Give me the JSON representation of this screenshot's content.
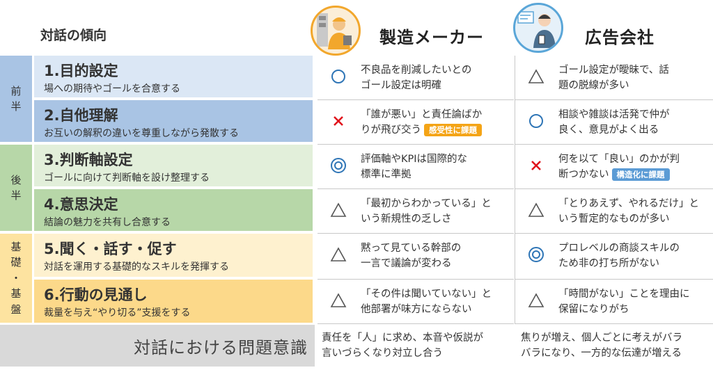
{
  "title": "対話の傾向",
  "columns": {
    "maker": "製造メーカー",
    "ad": "広告会社"
  },
  "phases": [
    {
      "chars": [
        "前",
        "半"
      ]
    },
    {
      "chars": [
        "後",
        "半"
      ]
    },
    {
      "chars": [
        "基",
        "礎",
        "・",
        "基",
        "盤"
      ]
    }
  ],
  "rows": [
    {
      "num": "1.目的設定",
      "desc": "場への期待やゴールを合意する",
      "maker": {
        "symbol": "circle",
        "lines": [
          "不良品を削減したいとの",
          "ゴール設定は明確"
        ]
      },
      "ad": {
        "symbol": "triangle",
        "lines": [
          "ゴール設定が曖昧で、話",
          "題の脱線が多い"
        ]
      }
    },
    {
      "num": "2.自他理解",
      "desc": "お互いの解釈の違いを尊重しながら発散する",
      "maker": {
        "symbol": "cross",
        "lines": [
          "「誰が悪い」と責任論ばか",
          "りが飛び交う"
        ],
        "badge": "感受性に課題"
      },
      "ad": {
        "symbol": "circle",
        "lines": [
          "相談や雑談は活発で仲が",
          "良く、意見がよく出る"
        ]
      }
    },
    {
      "num": "3.判断軸設定",
      "desc": "ゴールに向けて判断軸を設け整理する",
      "maker": {
        "symbol": "double-circle",
        "lines": [
          "評価軸やKPIは国際的な",
          "標準に準拠"
        ]
      },
      "ad": {
        "symbol": "cross",
        "lines": [
          "何を以て「良い」のかが判",
          "断つかない"
        ],
        "badge": "構造化に課題"
      }
    },
    {
      "num": "4.意思決定",
      "desc": "結論の魅力を共有し合意する",
      "maker": {
        "symbol": "triangle",
        "lines": [
          "「最初からわかっている」と",
          "いう新規性の乏しさ"
        ]
      },
      "ad": {
        "symbol": "triangle",
        "lines": [
          "「とりあえず、やれるだけ」と",
          "いう暫定的なものが多い"
        ]
      }
    },
    {
      "num": "5.聞く・話す・促す",
      "desc": "対話を運用する基礎的なスキルを発揮する",
      "maker": {
        "symbol": "triangle",
        "lines": [
          "黙って見ている幹部の",
          "一言で議論が変わる"
        ]
      },
      "ad": {
        "symbol": "double-circle",
        "lines": [
          "プロレベルの商談スキルの",
          "ため非の打ち所がない"
        ]
      }
    },
    {
      "num": "6.行動の見通し",
      "desc": "裁量を与え“やり切る”支援をする",
      "maker": {
        "symbol": "triangle",
        "lines": [
          "「その件は聞いていない」と",
          "他部署が味方にならない"
        ]
      },
      "ad": {
        "symbol": "triangle",
        "lines": [
          "「時間がない」ことを理由に",
          "保留になりがち"
        ]
      }
    }
  ],
  "issue": {
    "label": "対話における問題意識",
    "maker": [
      "責任を「人」に求め、本音や仮説が",
      "言いづらくなり対立し合う"
    ],
    "ad": [
      "焦りが増え、個人ごとに考えがバラ",
      "バラになり、一方的な伝達が増える"
    ]
  },
  "colors": {
    "phase_front": "#a9c4e4",
    "phase_back": "#b7d7a8",
    "phase_base": "#fde3a0",
    "row_front": [
      "#dbe7f5",
      "#a9c4e4"
    ],
    "row_back": [
      "#e2efda",
      "#b7d7a8"
    ],
    "row_base": [
      "#fef1cf",
      "#fcd98a"
    ],
    "symbol_blue": "#2e75b6",
    "symbol_red": "#e0131b",
    "symbol_gray": "#555555",
    "badge_orange": "#f4a416",
    "badge_blue": "#5b9bd5"
  }
}
